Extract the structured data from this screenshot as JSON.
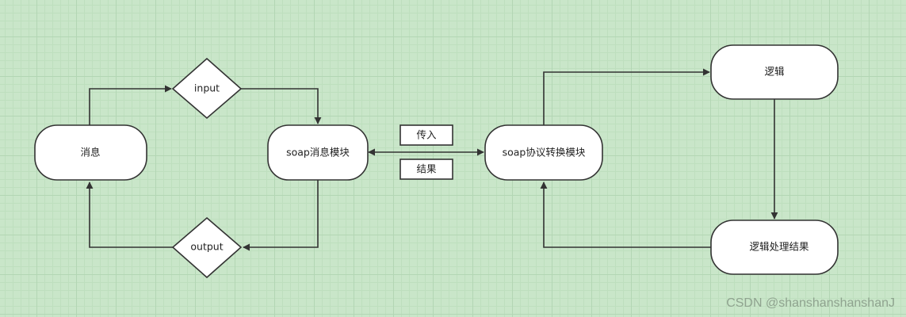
{
  "nodes": {
    "message": "消息",
    "input": "input",
    "output": "output",
    "soap_message_module": "soap消息模块",
    "soap_protocol_module": "soap协议转换模块",
    "logic": "逻辑",
    "logic_result": "逻辑处理结果"
  },
  "edge_labels": {
    "pass_in": "传入",
    "result": "结果"
  },
  "watermark": "CSDN @shanshanshanshanJ"
}
